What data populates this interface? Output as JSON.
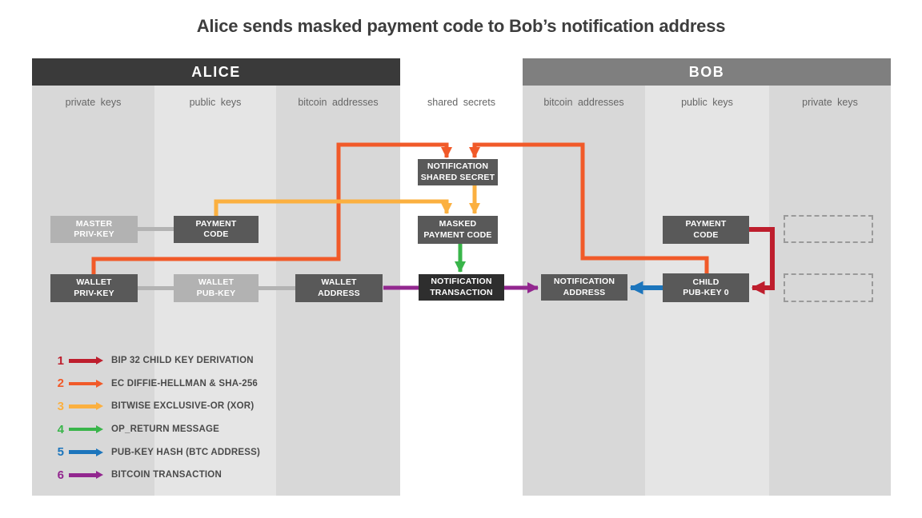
{
  "title": "Alice sends masked payment code to Bob’s notification address",
  "alice": {
    "header": "ALICE",
    "columns": [
      "private keys",
      "public keys",
      "bitcoin addresses"
    ]
  },
  "shared": {
    "column_label": "shared secrets"
  },
  "bob": {
    "header": "BOB",
    "columns": [
      "bitcoin addresses",
      "public keys",
      "private keys"
    ]
  },
  "boxes": {
    "master_priv_key": "MASTER\nPRIV-KEY",
    "payment_code_alice": "PAYMENT\nCODE",
    "wallet_priv_key": "WALLET\nPRIV-KEY",
    "wallet_pub_key": "WALLET\nPUB-KEY",
    "wallet_address": "WALLET\nADDRESS",
    "notification_shared_secret": "NOTIFICATION\nSHARED SECRET",
    "masked_payment_code": "MASKED\nPAYMENT CODE",
    "notification_transaction": "NOTIFICATION\nTRANSACTION",
    "notification_address": "NOTIFICATION\nADDRESS",
    "child_pub_key_0": "CHILD\nPUB-KEY 0",
    "payment_code_bob": "PAYMENT\nCODE"
  },
  "legend": {
    "items": [
      {
        "num": "1",
        "color_key": "red",
        "label": "BIP 32 CHILD KEY DERIVATION"
      },
      {
        "num": "2",
        "color_key": "orange",
        "label": "EC DIFFIE-HELLMAN & SHA-256"
      },
      {
        "num": "3",
        "color_key": "yellow",
        "label": "BITWISE EXCLUSIVE-OR (XOR)"
      },
      {
        "num": "4",
        "color_key": "green",
        "label": "OP_RETURN MESSAGE"
      },
      {
        "num": "5",
        "color_key": "blue",
        "label": "PUB-KEY HASH (BTC ADDRESS)"
      },
      {
        "num": "6",
        "color_key": "purple",
        "label": "BITCOIN TRANSACTION"
      }
    ]
  },
  "colors": {
    "red": "#be1e2d",
    "orange": "#f15a29",
    "yellow": "#fbb040",
    "green": "#39b54a",
    "blue": "#1c75bc",
    "purple": "#92278f"
  }
}
